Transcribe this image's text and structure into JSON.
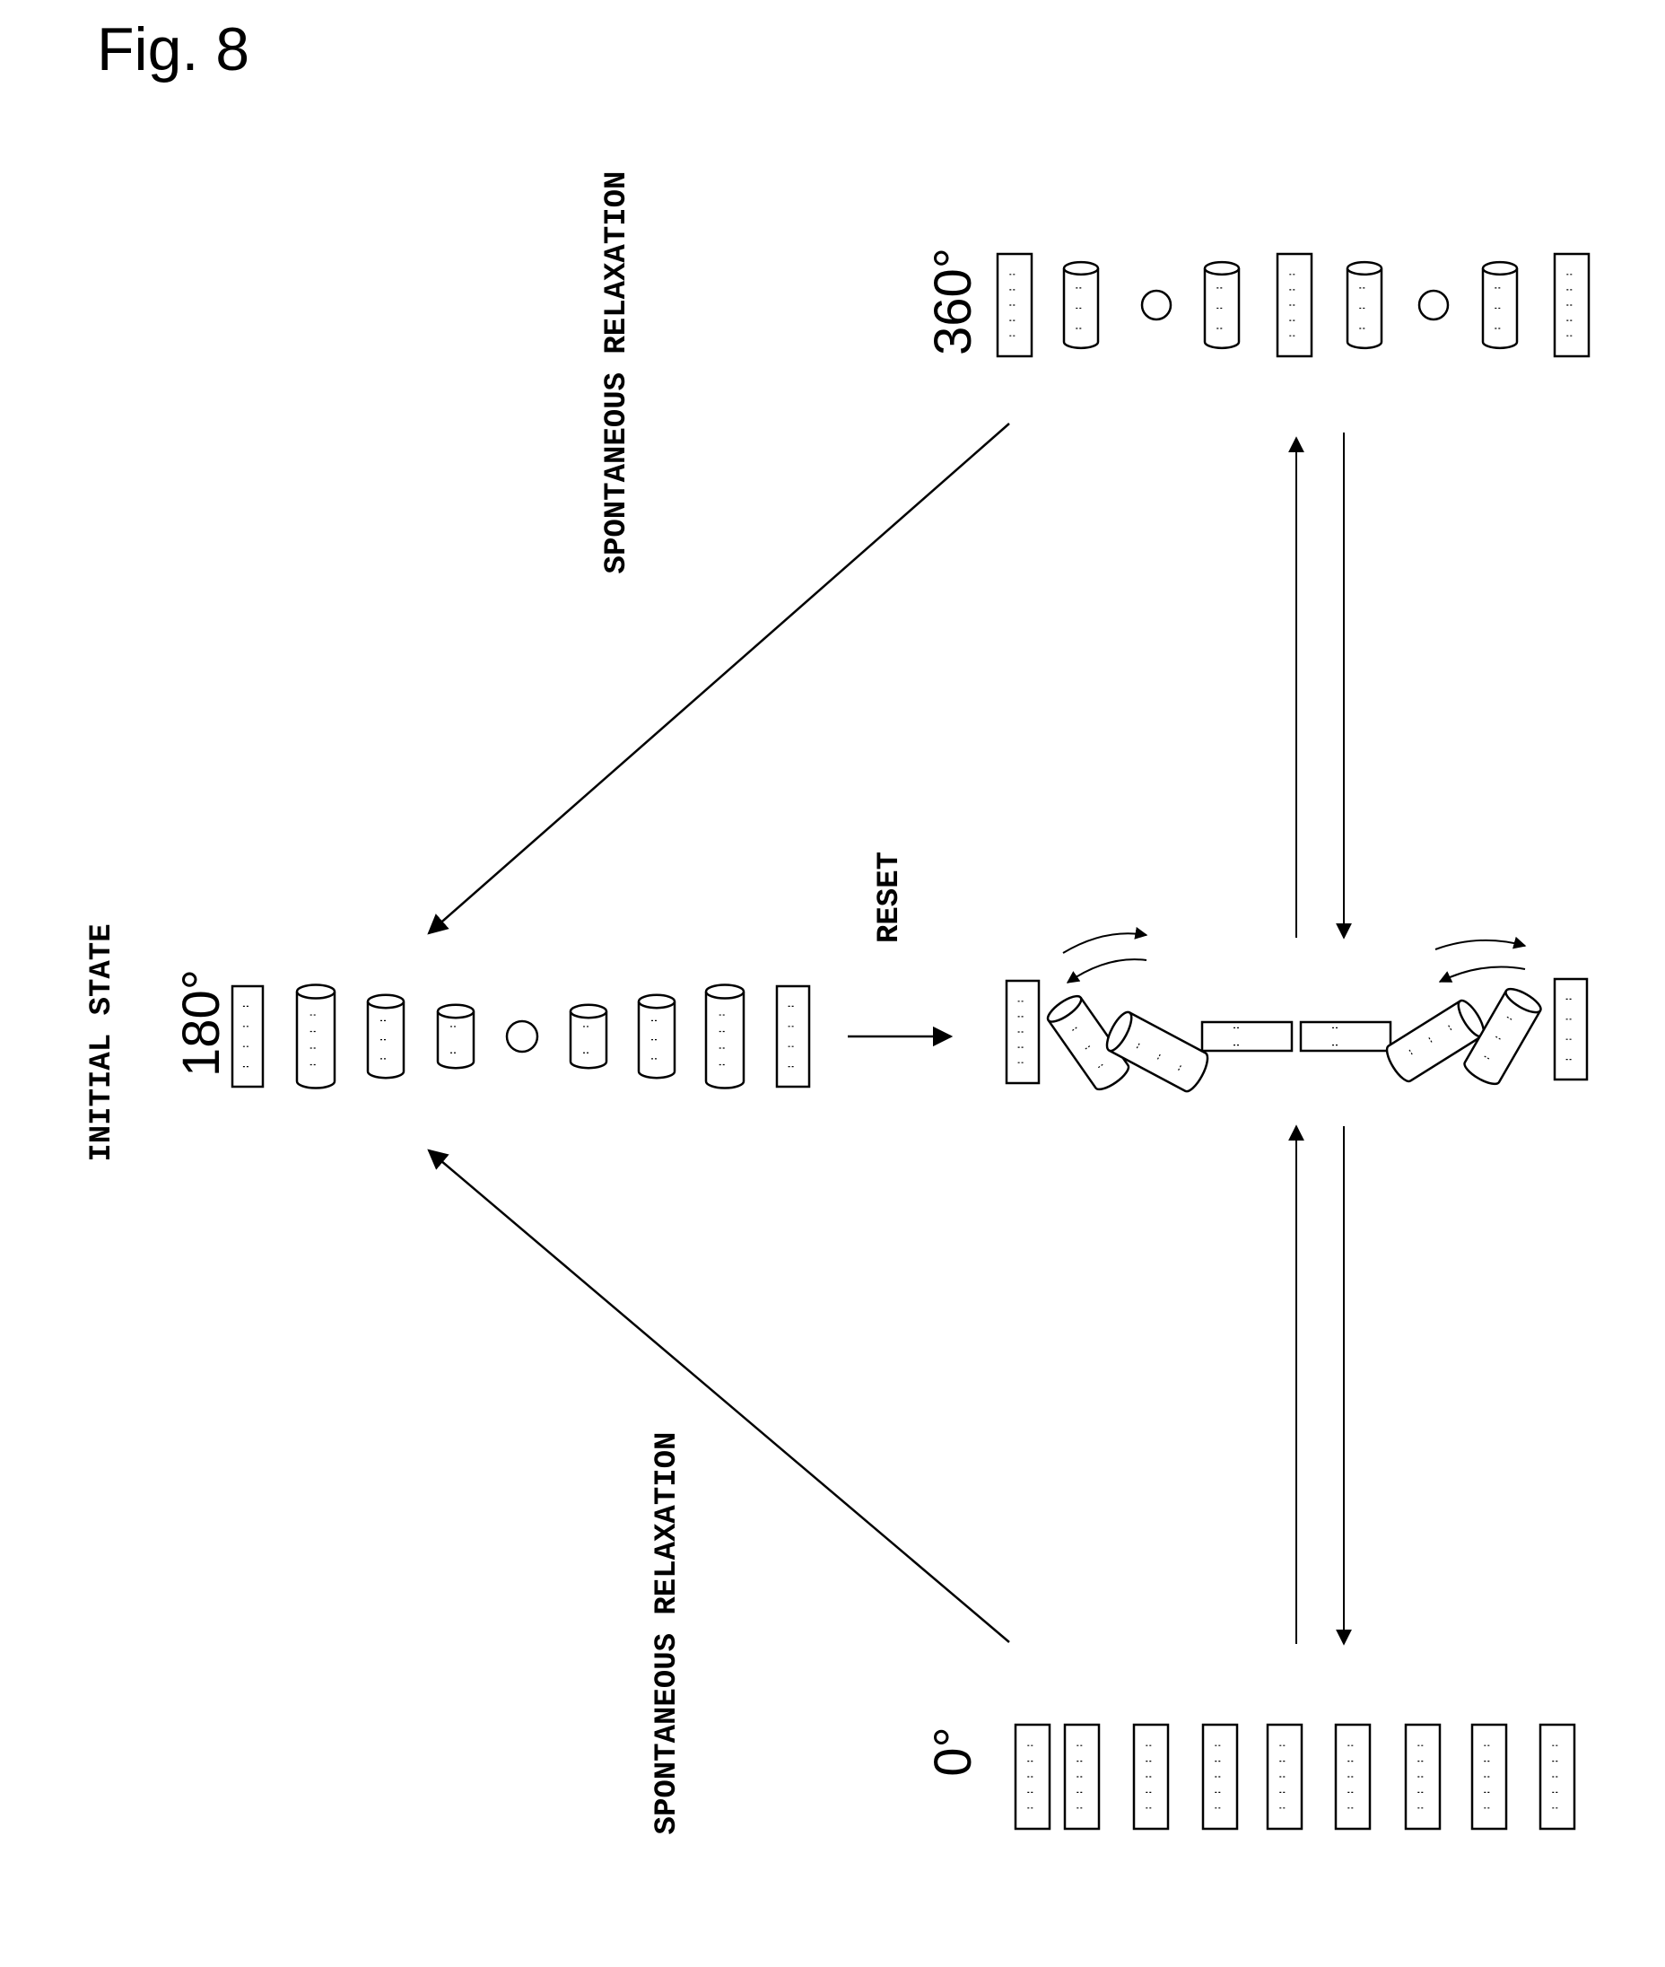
{
  "figure": {
    "title": "Fig. 8",
    "labels": {
      "initial_state": "INITIAL STATE",
      "spontaneous_relaxation_top": "SPONTANEOUS RELAXATION",
      "spontaneous_relaxation_bottom": "SPONTANEOUS RELAXATION",
      "reset": "RESET"
    },
    "angles": {
      "a180": "180°",
      "a360": "360°",
      "a0": "0°"
    }
  },
  "colors": {
    "ink": "#000000",
    "background": "#ffffff"
  }
}
